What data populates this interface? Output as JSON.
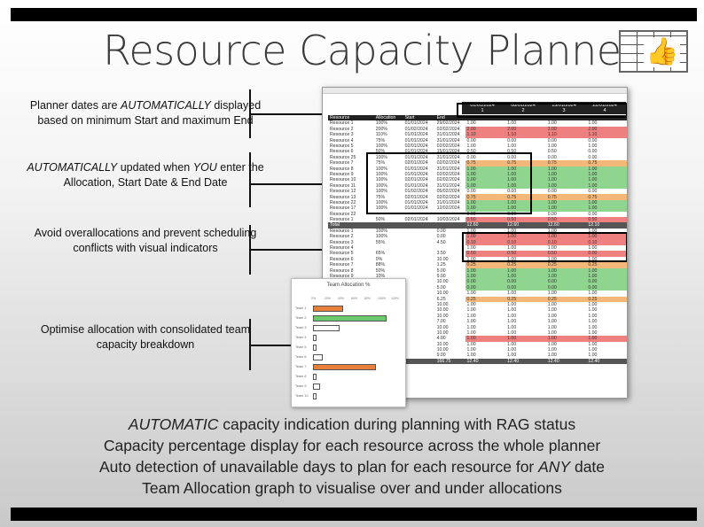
{
  "title": "Resource Capacity Planner",
  "logo": {
    "icon": "thumbs-up-icon",
    "glyph": "👍"
  },
  "callouts": {
    "c1": {
      "pre": "Planner dates are ",
      "em": "AUTOMATICALLY",
      "post": " displayed based on minimum Start and maximum End"
    },
    "c2": {
      "em1": "AUTOMATICALLY",
      "mid": " updated when ",
      "em2": "YOU",
      "post": " enter the Allocation, Start Date & End Date"
    },
    "c3": {
      "text": "Avoid overallocations and prevent scheduling conflicts with visual indicators"
    },
    "c4": {
      "text": "Optimise allocation with consolidated team capacity breakdown"
    }
  },
  "sheet": {
    "dates": [
      "01/01/2024",
      "08/01/2024",
      "15/01/2024",
      "22/01/2024"
    ],
    "weeks": [
      "1",
      "2",
      "3",
      "4"
    ],
    "headers": [
      "Resource",
      "Allocation",
      "Start",
      "End"
    ],
    "rows": [
      {
        "name": "Resource 1",
        "alloc": "100%",
        "start": "01/01/2024",
        "end": "29/02/2024",
        "v": [
          "1.00",
          "1.00",
          "1.00",
          "1.00"
        ],
        "c": "w"
      },
      {
        "name": "Resource 2",
        "alloc": "200%",
        "start": "01/02/2024",
        "end": "02/02/2024",
        "v": [
          "2.00",
          "2.00",
          "2.00",
          "2.00"
        ],
        "c": "r"
      },
      {
        "name": "Resource 3",
        "alloc": "110%",
        "start": "01/01/2024",
        "end": "31/01/2024",
        "v": [
          "1.10",
          "1.10",
          "1.10",
          "1.10"
        ],
        "c": "r"
      },
      {
        "name": "Resource 4",
        "alloc": "75%",
        "start": "01/01/2024",
        "end": "31/01/2024",
        "v": [
          "0.00",
          "0.00",
          "0.00",
          "0.00"
        ],
        "c": "w"
      },
      {
        "name": "Resource 5",
        "alloc": "100%",
        "start": "02/01/2024",
        "end": "02/02/2024",
        "v": [
          "1.00",
          "1.00",
          "1.00",
          "1.00"
        ],
        "c": "w"
      },
      {
        "name": "Resource 6",
        "alloc": "50%",
        "start": "01/01/2024",
        "end": "15/01/2024",
        "v": [
          "0.50",
          "0.50",
          "0.50",
          "0.00"
        ],
        "c": "w"
      },
      {
        "name": "Resource 25",
        "alloc": "100%",
        "start": "01/01/2024",
        "end": "31/01/2024",
        "v": [
          "0.00",
          "0.00",
          "0.00",
          "0.00"
        ],
        "c": "w"
      },
      {
        "name": "Resource 7",
        "alloc": "75%",
        "start": "02/01/2024",
        "end": "02/02/2024",
        "v": [
          "0.75",
          "0.75",
          "0.75",
          "0.75"
        ],
        "c": "o"
      },
      {
        "name": "Resource 8",
        "alloc": "100%",
        "start": "01/01/2024",
        "end": "31/01/2024",
        "v": [
          "1.00",
          "1.00",
          "1.00",
          "1.00"
        ],
        "c": "g"
      },
      {
        "name": "Resource 9",
        "alloc": "100%",
        "start": "01/01/2024",
        "end": "02/02/2024",
        "v": [
          "1.00",
          "1.00",
          "1.00",
          "1.00"
        ],
        "c": "g"
      },
      {
        "name": "Resource 10",
        "alloc": "100%",
        "start": "02/01/2024",
        "end": "02/02/2024",
        "v": [
          "1.00",
          "1.00",
          "1.00",
          "1.00"
        ],
        "c": "g"
      },
      {
        "name": "Resource 11",
        "alloc": "100%",
        "start": "01/01/2024",
        "end": "31/01/2024",
        "v": [
          "1.00",
          "1.00",
          "1.00",
          "1.00"
        ],
        "c": "g"
      },
      {
        "name": "Resource 12",
        "alloc": "100%",
        "start": "01/02/2024",
        "end": "05/02/2024",
        "v": [
          "0.00",
          "0.00",
          "0.00",
          "0.00"
        ],
        "c": "w"
      },
      {
        "name": "Resource 13",
        "alloc": "75%",
        "start": "02/01/2024",
        "end": "02/02/2024",
        "v": [
          "0.75",
          "0.75",
          "0.75",
          "0.75"
        ],
        "c": "o"
      },
      {
        "name": "Resource 22",
        "alloc": "100%",
        "start": "01/01/2024",
        "end": "31/01/2024",
        "v": [
          "1.00",
          "1.00",
          "1.00",
          "1.00"
        ],
        "c": "g"
      },
      {
        "name": "Resource 17",
        "alloc": "100%",
        "start": "01/01/2024",
        "end": "12/02/2024",
        "v": [
          "1.00",
          "1.00",
          "1.00",
          "1.00"
        ],
        "c": "g"
      },
      {
        "name": "Resource 22",
        "alloc": "",
        "start": "",
        "end": "",
        "v": [
          "0.00",
          "0.00",
          "0.00",
          "0.00"
        ],
        "c": "w"
      },
      {
        "name": "Resource 1",
        "alloc": "50%",
        "start": "02/01/2024",
        "end": "10/03/2024",
        "v": [
          "0.50",
          "0.50",
          "0.50",
          "0.50"
        ],
        "c": "r"
      }
    ],
    "total_label": "Total",
    "totals": [
      "12.60",
      "12.60",
      "12.60",
      "12.10"
    ],
    "summary": [
      {
        "name": "Resource 1",
        "pct": "100%",
        "val": "0.00",
        "v": [
          "1.00",
          "1.00",
          "1.00",
          "1.00"
        ],
        "c": "w"
      },
      {
        "name": "Resource 2",
        "pct": "100%",
        "val": "0.00",
        "v": [
          "1.00",
          "1.00",
          "1.00",
          "1.00"
        ],
        "c": "r"
      },
      {
        "name": "Resource 3",
        "pct": "55%",
        "val": "4.50",
        "v": [
          "0.10",
          "0.10",
          "0.10",
          "0.10"
        ],
        "c": "r"
      },
      {
        "name": "Resource 4",
        "pct": "",
        "val": "",
        "v": [
          "1.00",
          "1.00",
          "1.00",
          "1.00"
        ],
        "c": "w"
      },
      {
        "name": "Resource 5",
        "pct": "65%",
        "val": "3.50",
        "v": [
          "0.50",
          "0.50",
          "0.50",
          "0.00"
        ],
        "c": "r"
      },
      {
        "name": "Resource 6",
        "pct": "0%",
        "val": "10.00",
        "v": [
          "1.00",
          "1.00",
          "1.00",
          "1.00"
        ],
        "c": "w"
      },
      {
        "name": "Resource 7",
        "pct": "88%",
        "val": "1.25",
        "v": [
          "0.25",
          "0.25",
          "0.25",
          "0.25"
        ],
        "c": "o"
      },
      {
        "name": "Resource 8",
        "pct": "50%",
        "val": "5.00",
        "v": [
          "1.00",
          "1.00",
          "1.00",
          "1.00"
        ],
        "c": "g"
      },
      {
        "name": "Resource 9",
        "pct": "10%",
        "val": "9.00",
        "v": [
          "1.00",
          "1.00",
          "1.00",
          "1.00"
        ],
        "c": "g"
      },
      {
        "name": "",
        "pct": "",
        "val": "10.00",
        "v": [
          "0.00",
          "0.00",
          "0.00",
          "0.00"
        ],
        "c": "g"
      },
      {
        "name": "",
        "pct": "",
        "val": "5.00",
        "v": [
          "0.00",
          "0.00",
          "0.00",
          "0.00"
        ],
        "c": "g"
      },
      {
        "name": "",
        "pct": "",
        "val": "10.00",
        "v": [
          "1.00",
          "1.00",
          "1.00",
          "1.00"
        ],
        "c": "w"
      },
      {
        "name": "",
        "pct": "",
        "val": "6.25",
        "v": [
          "0.25",
          "0.25",
          "0.25",
          "0.25"
        ],
        "c": "o"
      },
      {
        "name": "",
        "pct": "",
        "val": "10.00",
        "v": [
          "1.00",
          "1.00",
          "1.00",
          "1.00"
        ],
        "c": "w"
      },
      {
        "name": "",
        "pct": "",
        "val": "10.00",
        "v": [
          "1.00",
          "1.00",
          "1.00",
          "1.00"
        ],
        "c": "w"
      },
      {
        "name": "",
        "pct": "",
        "val": "10.00",
        "v": [
          "1.00",
          "1.00",
          "1.00",
          "1.00"
        ],
        "c": "w"
      },
      {
        "name": "",
        "pct": "",
        "val": "7.00",
        "v": [
          "1.00",
          "1.00",
          "1.00",
          "1.00"
        ],
        "c": "w"
      },
      {
        "name": "",
        "pct": "",
        "val": "10.00",
        "v": [
          "1.00",
          "1.00",
          "1.00",
          "1.00"
        ],
        "c": "w"
      },
      {
        "name": "",
        "pct": "",
        "val": "10.00",
        "v": [
          "1.00",
          "1.00",
          "1.00",
          "1.00"
        ],
        "c": "w"
      },
      {
        "name": "",
        "pct": "",
        "val": "4.00",
        "v": [
          "1.00",
          "1.00",
          "1.00",
          "1.00"
        ],
        "c": "r"
      },
      {
        "name": "",
        "pct": "",
        "val": "10.00",
        "v": [
          "1.00",
          "1.00",
          "1.00",
          "1.00"
        ],
        "c": "w"
      },
      {
        "name": "",
        "pct": "",
        "val": "10.00",
        "v": [
          "1.00",
          "1.00",
          "1.00",
          "1.00"
        ],
        "c": "w"
      },
      {
        "name": "",
        "pct": "",
        "val": "9.00",
        "v": [
          "1.00",
          "1.00",
          "1.00",
          "1.00"
        ],
        "c": "w"
      }
    ],
    "grand": {
      "val": "166.75",
      "v": [
        "12.40",
        "12.40",
        "12.40",
        "12.40"
      ]
    }
  },
  "chart_data": {
    "type": "bar",
    "title": "Team Allocation %",
    "categories": [
      "Team 1",
      "Team 2",
      "Team 3",
      "Team 4",
      "Team 5",
      "Team 6",
      "Team 7",
      "Team 8",
      "Team 9",
      "Team 10"
    ],
    "x_ticks": [
      "0%",
      "20%",
      "40%",
      "60%",
      "80%",
      "100%",
      "120%"
    ],
    "values": [
      45,
      110,
      40,
      5,
      5,
      15,
      95,
      5,
      10,
      5
    ],
    "bar_colors": [
      "#e87f3a",
      "#6cc96c",
      "#ffffff",
      "#ffffff",
      "#ffffff",
      "#ffffff",
      "#e87f3a",
      "#ffffff",
      "#ffffff",
      "#ffffff"
    ],
    "xlim": [
      0,
      120
    ]
  },
  "bullets": [
    {
      "em": "AUTOMATIC",
      "text": " capacity indication during planning with RAG status"
    },
    {
      "text": "Capacity percentage display for each resource across the whole planner"
    },
    {
      "pre": "Auto detection of unavailable days to plan for each resource for ",
      "em": "ANY",
      "post": " date"
    },
    {
      "text": "Team Allocation graph to visualise over and under allocations"
    }
  ]
}
